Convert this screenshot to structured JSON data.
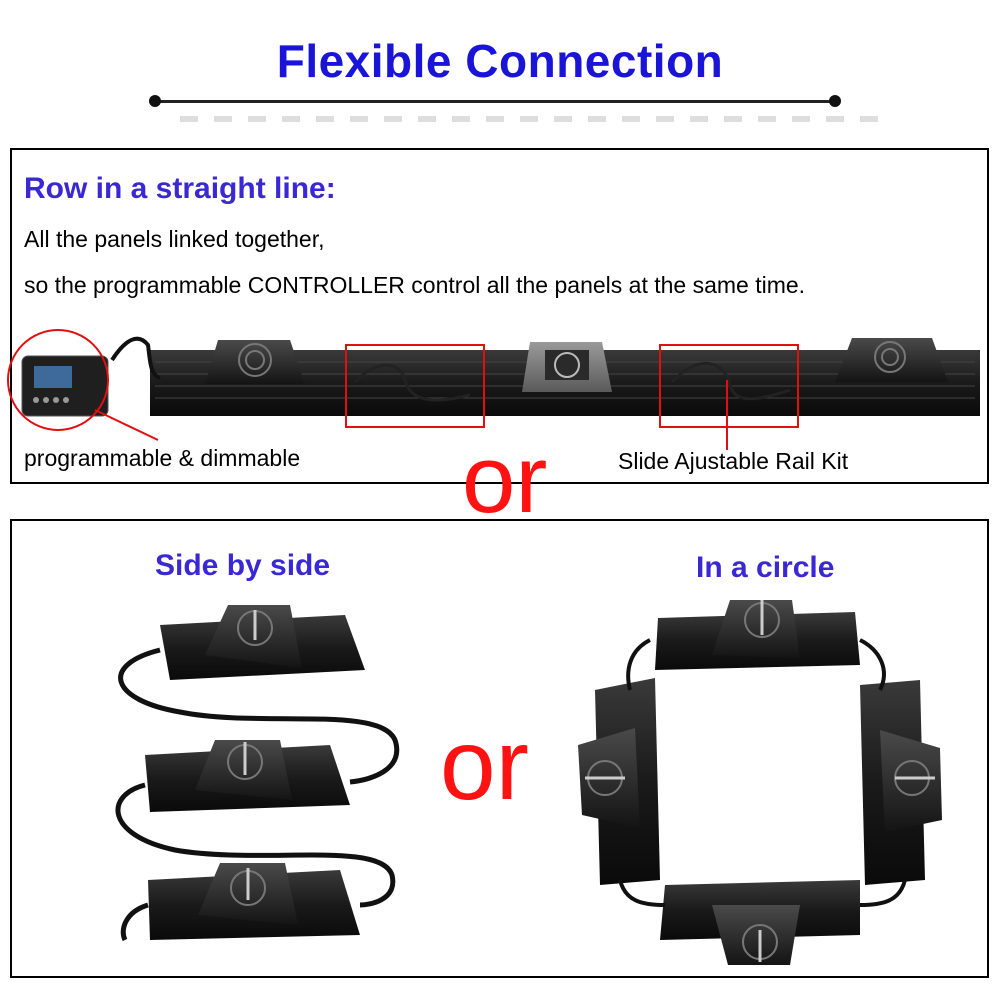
{
  "title": "Flexible Connection",
  "straight": {
    "heading": "Row in a straight line:",
    "line1": "All the panels linked together,",
    "line2": "so the programmable CONTROLLER control all the panels at the same time.",
    "controller_label": "programmable & dimmable",
    "rail_label": "Slide Ajustable Rail Kit"
  },
  "separator_or": "or",
  "options": {
    "side_by_side": "Side by side",
    "circle": "In a circle",
    "middle_or": "or"
  },
  "colors": {
    "heading": "#3a28d4",
    "title": "#1a14d8",
    "accent_red": "#ff1212",
    "highlight": "#e01010"
  }
}
